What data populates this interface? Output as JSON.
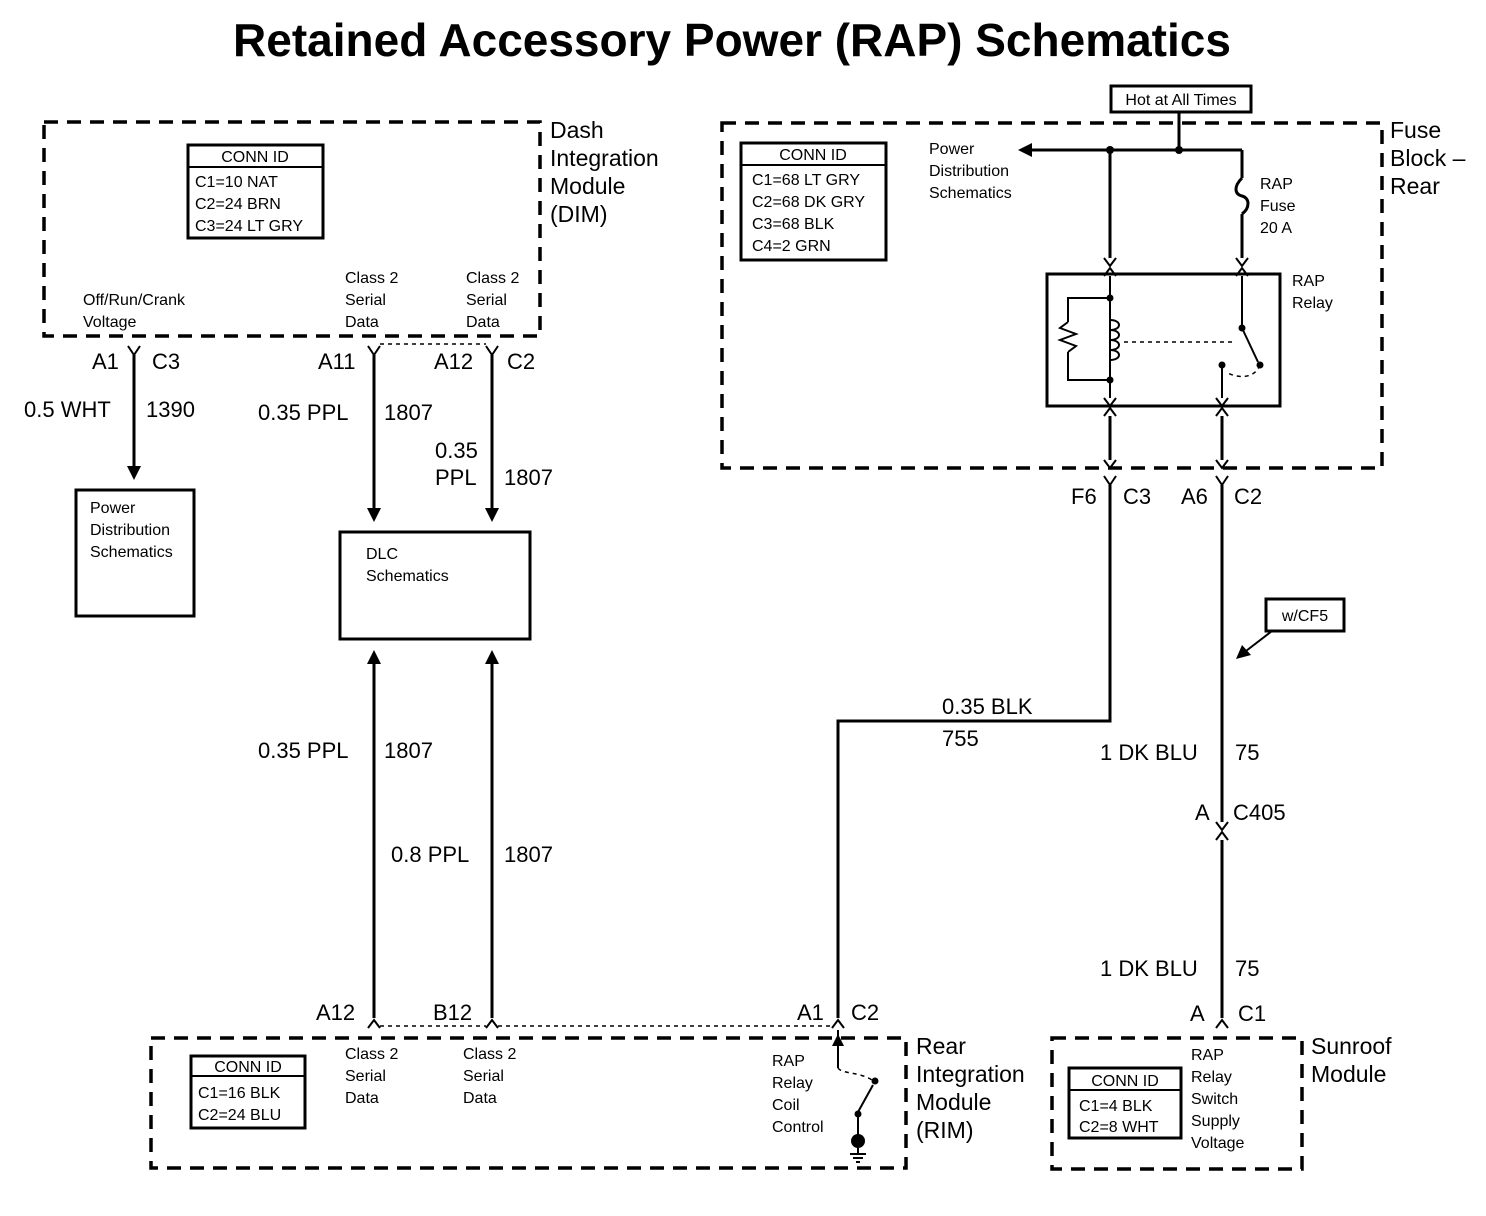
{
  "title": "Retained Accessory Power (RAP) Schematics",
  "hot_label": "Hot at All Times",
  "dim": {
    "name": [
      "Dash",
      "Integration",
      "Module",
      "(DIM)"
    ],
    "conn_header": "CONN ID",
    "conn": [
      "C1=10 NAT",
      "C2=24 BRN",
      "C3=24 LT GRY"
    ],
    "ign_label": [
      "Off/Run/Crank",
      "Voltage"
    ],
    "serial_label": [
      "Class 2",
      "Serial",
      "Data"
    ]
  },
  "fuse_block": {
    "name": [
      "Fuse",
      "Block –",
      "Rear"
    ],
    "conn_header": "CONN ID",
    "conn": [
      "C1=68 LT GRY",
      "C2=68 DK GRY",
      "C3=68 BLK",
      "C4=2 GRN"
    ],
    "pds_label": [
      "Power",
      "Distribution",
      "Schematics"
    ],
    "fuse_label": [
      "RAP",
      "Fuse",
      "20 A"
    ],
    "relay_label": [
      "RAP",
      "Relay"
    ]
  },
  "pds_box": [
    "Power",
    "Distribution",
    "Schematics"
  ],
  "dlc_box": [
    "DLC",
    "Schematics"
  ],
  "rim": {
    "name": [
      "Rear",
      "Integration",
      "Module",
      "(RIM)"
    ],
    "conn_header": "CONN ID",
    "conn": [
      "C1=16 BLK",
      "C2=24 BLU"
    ],
    "serial_label": [
      "Class 2",
      "Serial",
      "Data"
    ],
    "coil_label": [
      "RAP",
      "Relay",
      "Coil",
      "Control"
    ]
  },
  "sunroof": {
    "name": [
      "Sunroof",
      "Module"
    ],
    "conn_header": "CONN ID",
    "conn": [
      "C1=4 BLK",
      "C2=8 WHT"
    ],
    "supply_label": [
      "RAP",
      "Relay",
      "Switch",
      "Supply",
      "Voltage"
    ]
  },
  "option_tag": "w/CF5",
  "pins": {
    "dim_a1": "A1",
    "dim_c3": "C3",
    "dim_a11": "A11",
    "dim_a12": "A12",
    "dim_c2": "C2",
    "fb_f6": "F6",
    "fb_c3": "C3",
    "fb_a6": "A6",
    "fb_c2": "C2",
    "c405_pin": "A",
    "c405": "C405",
    "rim_a12": "A12",
    "rim_b12": "B12",
    "rim_a1": "A1",
    "rim_c2": "C2",
    "sr_a": "A",
    "sr_c1": "C1"
  },
  "wires": {
    "w1390": [
      "0.5 WHT",
      "1390"
    ],
    "w1807_a": [
      "0.35 PPL",
      "1807"
    ],
    "w1807_b": [
      "0.35",
      "PPL",
      "1807"
    ],
    "w1807_c": [
      "0.35 PPL",
      "1807"
    ],
    "w1807_d": [
      "0.8 PPL",
      "1807"
    ],
    "w755": [
      "0.35 BLK",
      "755"
    ],
    "w75_a": [
      "1 DK BLU",
      "75"
    ],
    "w75_b": [
      "1 DK BLU",
      "75"
    ]
  }
}
